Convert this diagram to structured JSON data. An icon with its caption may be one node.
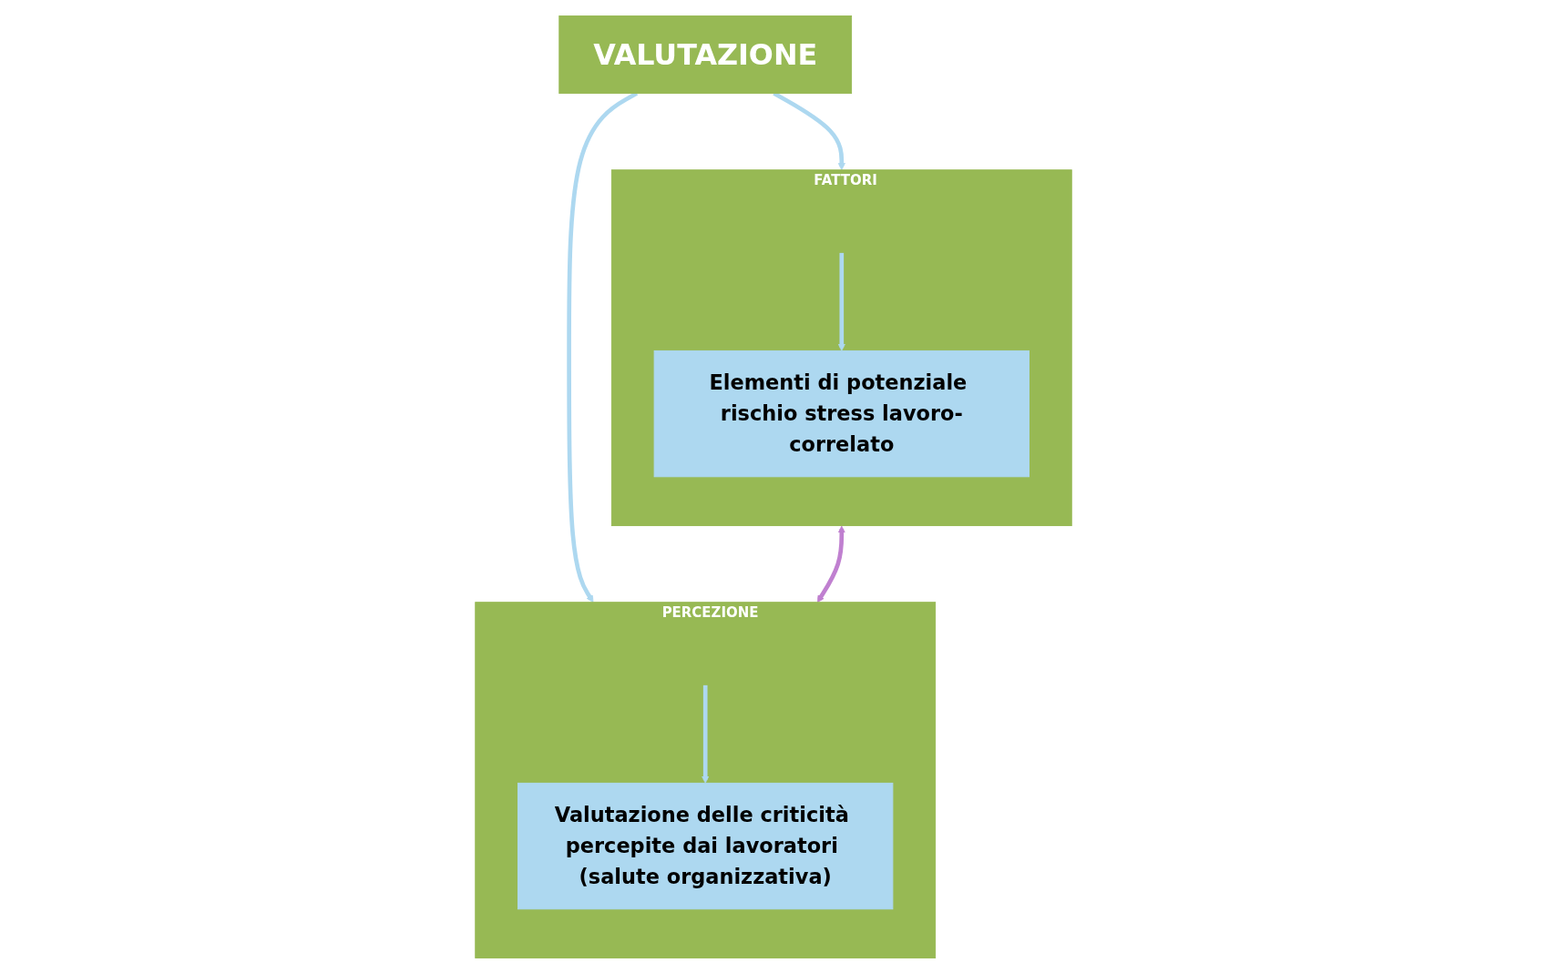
{
  "diagram": {
    "nodes": [
      {
        "text": [
          "VALUTAZIONE"
        ]
      },
      {
        "text": [
          "FATTORI"
        ]
      },
      {
        "text": [
          "Elementi di potenziale rischio stress lavoro-correlato"
        ],
        "in": 1
      },
      {
        "text": [
          "PERCEZIONE"
        ]
      },
      {
        "text": [
          "Valutazione delle criticità percepite dai lavoratori (salute organizzativa)"
        ],
        "in": 3
      }
    ],
    "edges": [
      {
        "from": 0,
        "to": 1,
        "arrow": "to"
      },
      {
        "from": 0,
        "to": 3,
        "arrow": "to"
      },
      {
        "from": null,
        "to": 2,
        "arrow": "to"
      },
      {
        "from": null,
        "to": 4,
        "arrow": "to"
      },
      {
        "from": 1,
        "to": 3,
        "arrow": "both",
        "color": "#c080d0"
      }
    ]
  }
}
